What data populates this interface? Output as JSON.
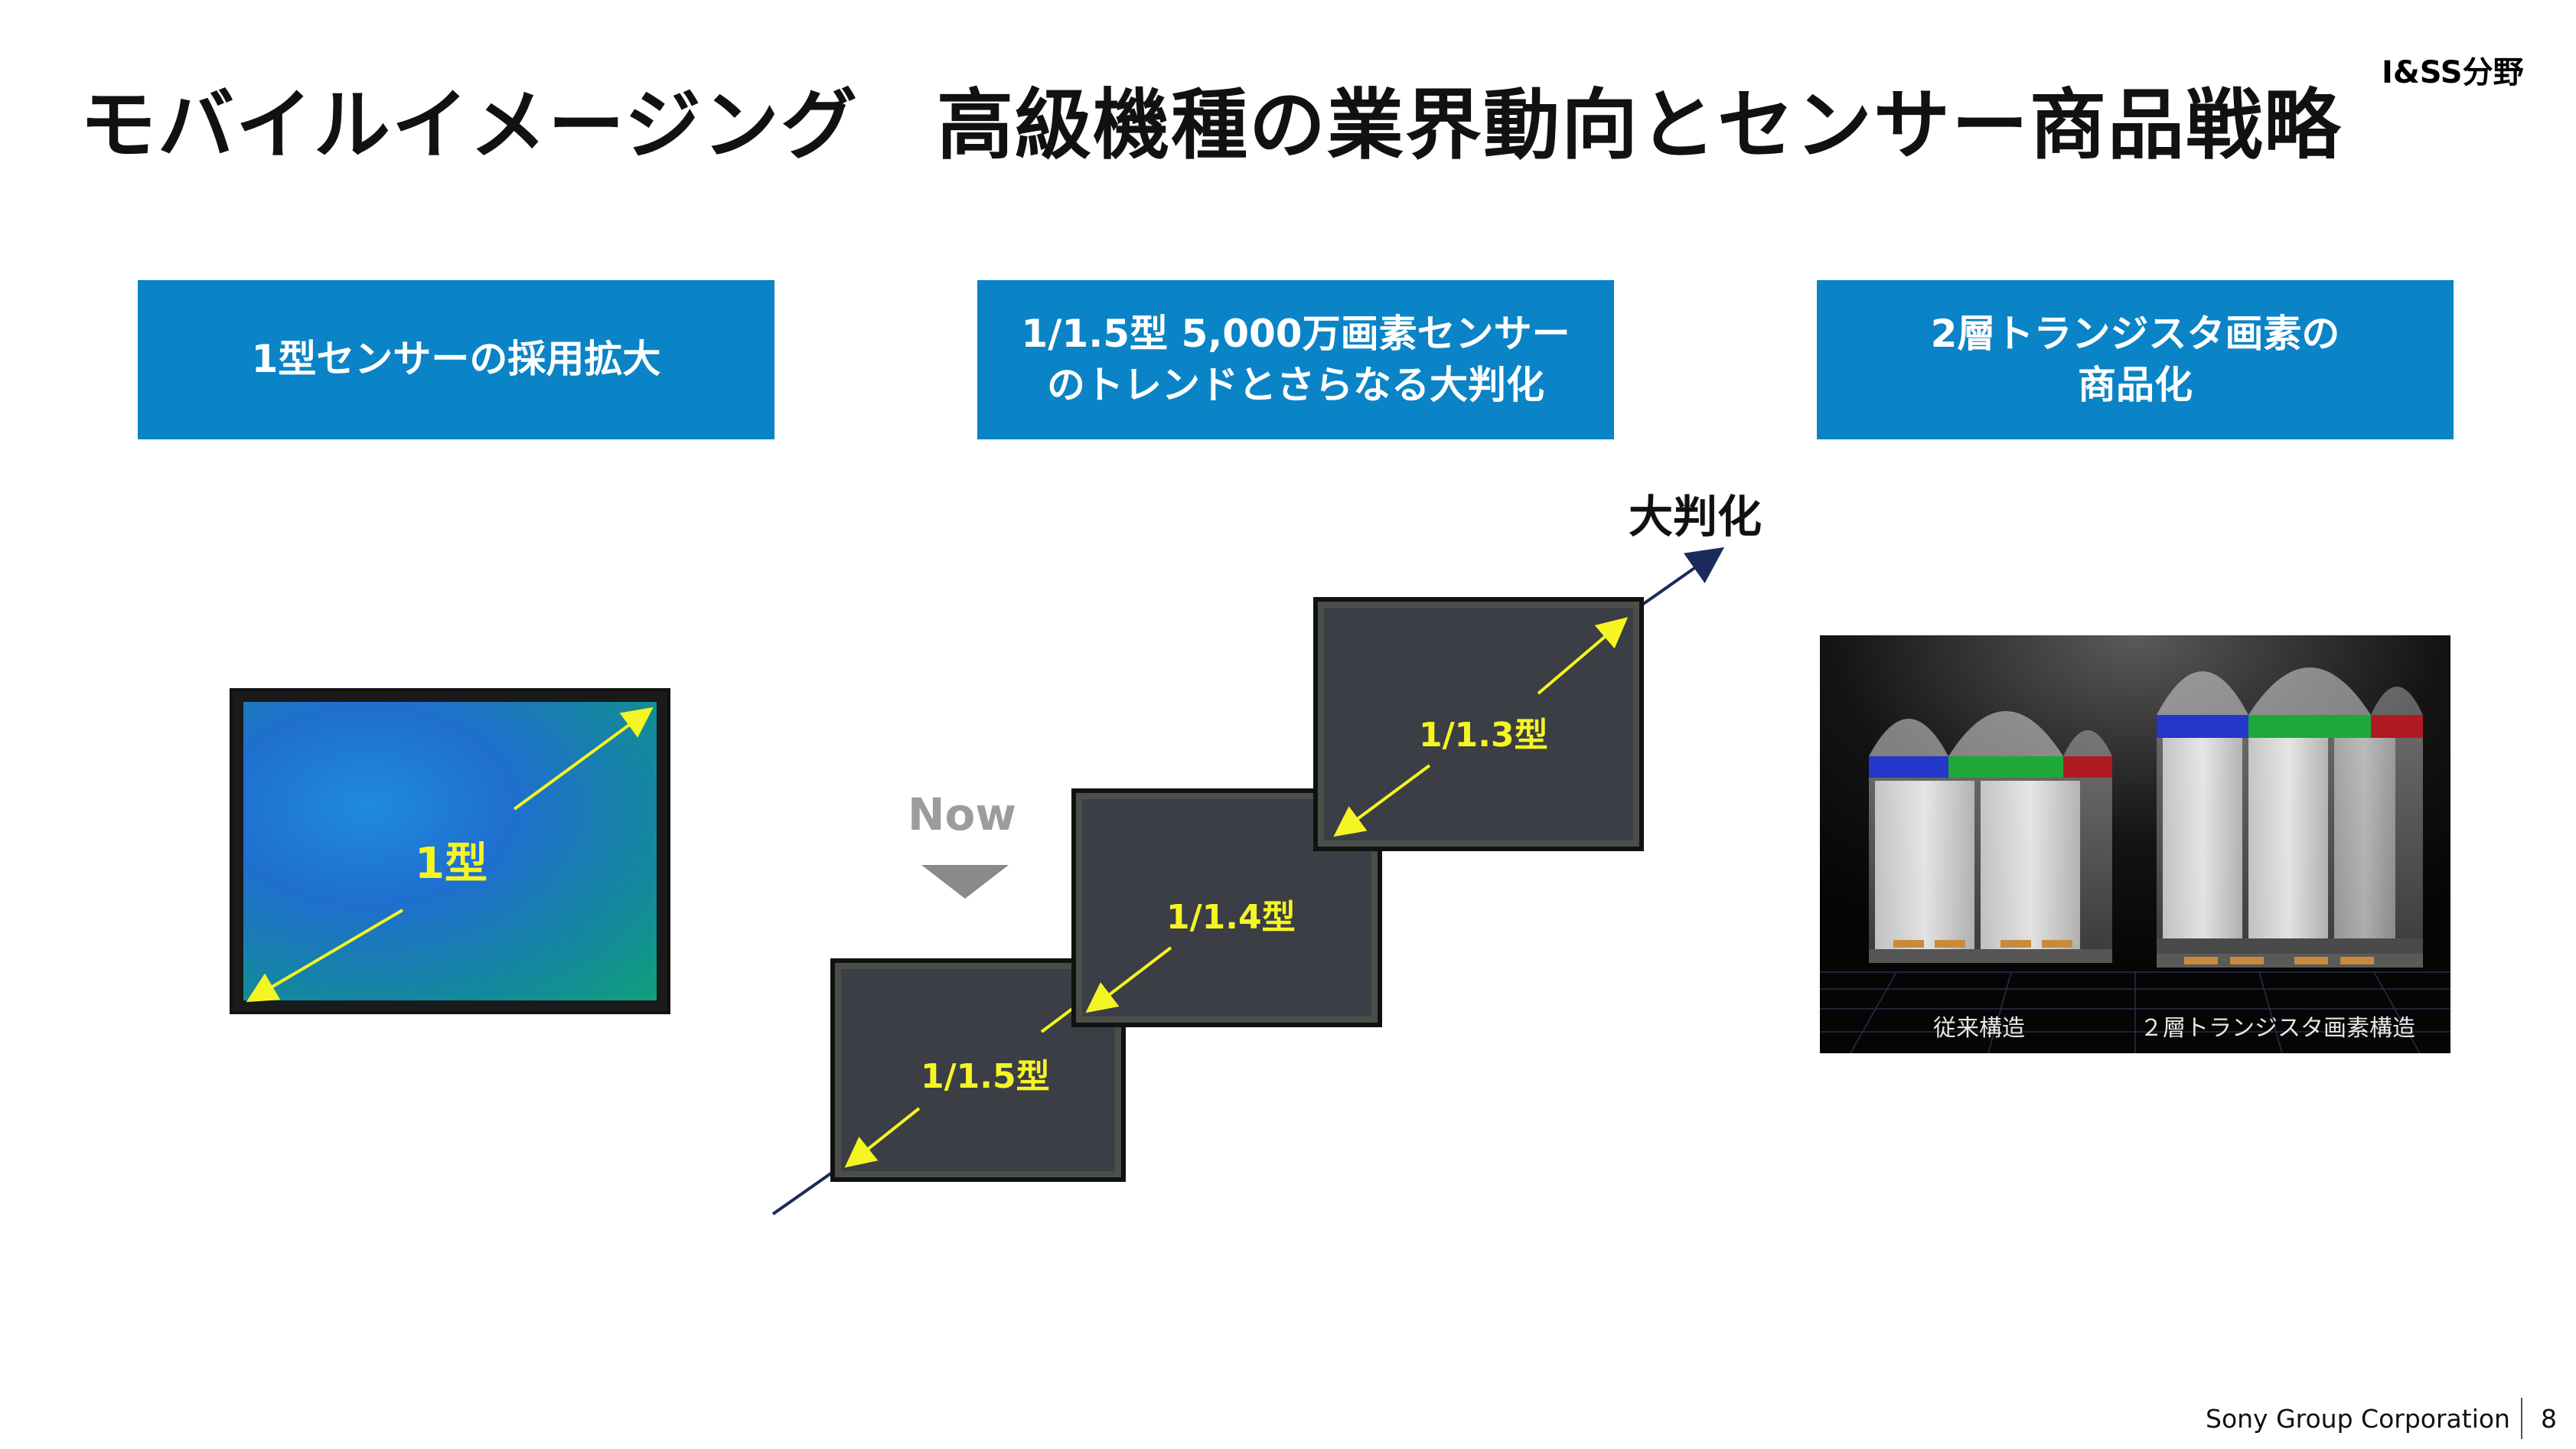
{
  "header": {
    "title": "モバイルイメージング　高級機種の業界動向とセンサー商品戦略",
    "division": "I&SS分野"
  },
  "boxes": [
    {
      "lines": [
        "1型センサーの採用拡大"
      ]
    },
    {
      "lines": [
        "1/1.5型 5,000万画素センサー",
        "のトレンドとさらなる大判化"
      ]
    },
    {
      "lines": [
        "2層トランジスタ画素の",
        "商品化"
      ]
    }
  ],
  "left": {
    "sensor_label": "1型"
  },
  "middle": {
    "now_label": "Now",
    "larger_label": "大判化",
    "sensors": [
      "1/1.5型",
      "1/1.4型",
      "1/1.3型"
    ]
  },
  "right": {
    "captions": [
      "従来構造",
      "２層トランジスタ画素構造"
    ]
  },
  "footer": {
    "company": "Sony Group Corporation",
    "page": "8"
  },
  "colors": {
    "accent_box": "#0a84c6",
    "arrow_yellow": "#f5f523",
    "trend_arrow": "#1a2a5c"
  }
}
